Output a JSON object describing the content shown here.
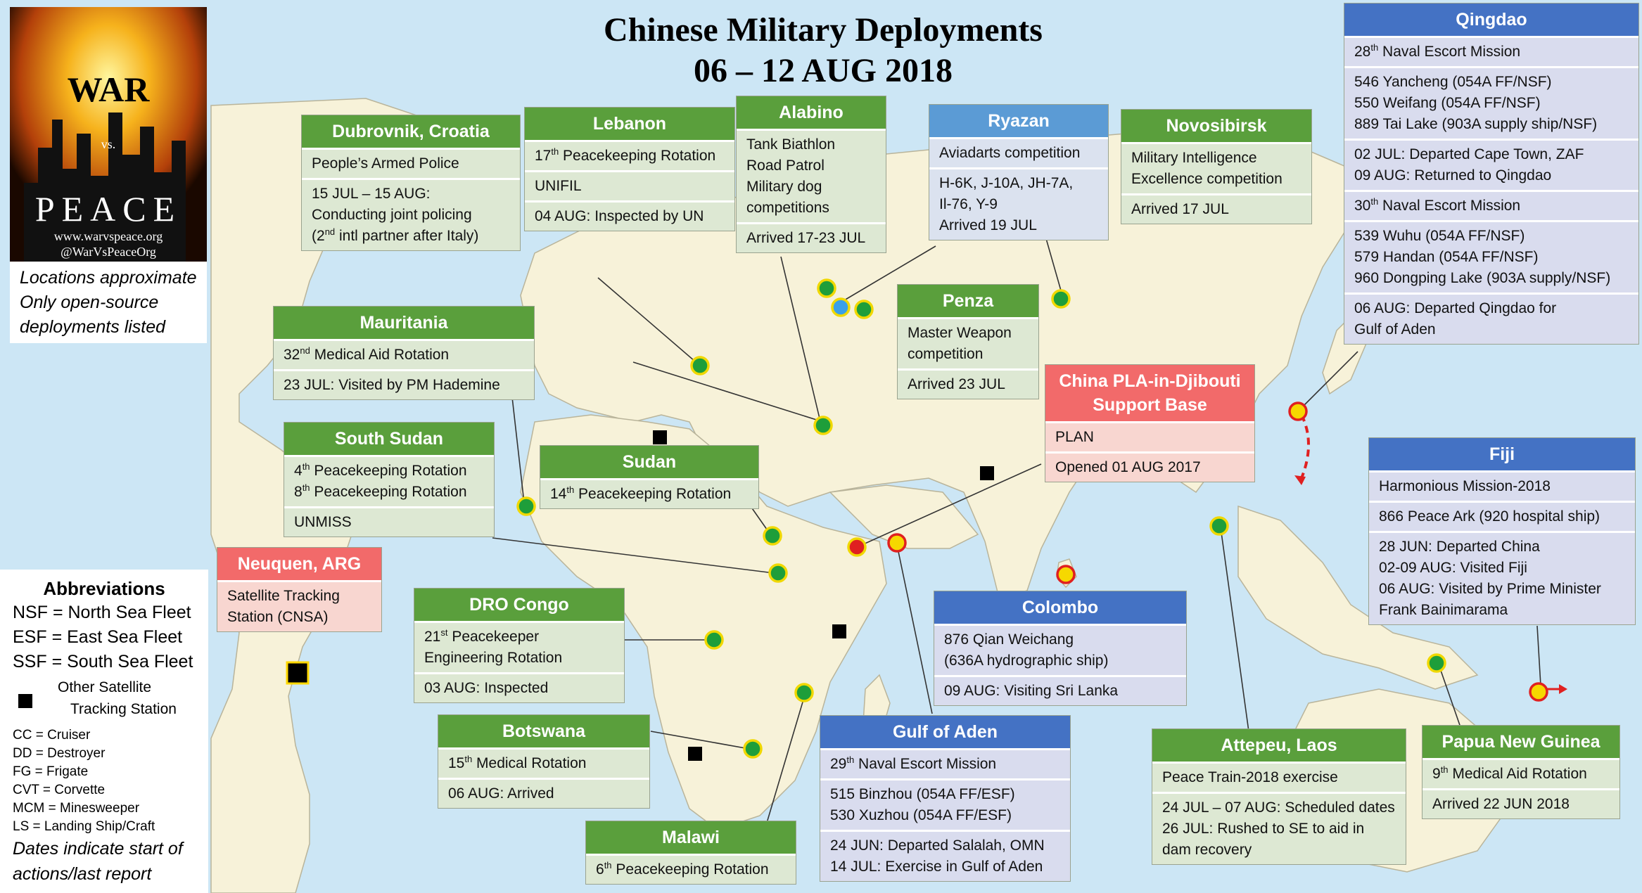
{
  "title": {
    "line1": "Chinese Military Deployments",
    "line2": "06 – 12 AUG 2018"
  },
  "logo": {
    "word1": "WAR",
    "word2": "vs.",
    "word3": "PEACE",
    "url": "www.warvspeace.org",
    "handle": "@WarVsPeaceOrg"
  },
  "notes": [
    "Locations approximate",
    "Only open-source",
    "deployments listed"
  ],
  "abbreviations": {
    "title": "Abbreviations",
    "fleets": [
      "NSF = North Sea Fleet",
      "ESF = East Sea Fleet",
      "SSF = South Sea Fleet"
    ],
    "satellite_line1": "Other Satellite",
    "satellite_line2": "Tracking Station",
    "ships": [
      "CC = Cruiser",
      "DD = Destroyer",
      "FG = Frigate",
      "CVT = Corvette",
      "MCM = Minesweeper",
      "LS = Landing Ship/Craft"
    ],
    "footer1": "Dates indicate start of",
    "footer2": "actions/last report"
  },
  "boxes": {
    "dubrovnik": {
      "title": "Dubrovnik, Croatia",
      "r1": "People’s Armed Police",
      "r2a": "15 JUL – 15 AUG:",
      "r2b": "Conducting joint policing",
      "r2c_pre": "(2",
      "r2c_sup": "nd",
      "r2c_post": " intl partner after Italy)"
    },
    "lebanon": {
      "title": "Lebanon",
      "r1_pre": "17",
      "r1_sup": "th",
      "r1_post": " Peacekeeping Rotation",
      "r2": "UNIFIL",
      "r3": "04 AUG: Inspected by UN"
    },
    "alabino": {
      "title": "Alabino",
      "r1a": "Tank Biathlon",
      "r1b": "Road Patrol",
      "r1c": "Military dog",
      "r1d": "competitions",
      "r2": "Arrived 17-23 JUL"
    },
    "ryazan": {
      "title": "Ryazan",
      "r1": "Aviadarts competition",
      "r2a": "H-6K, J-10A, JH-7A,",
      "r2b": "Il-76, Y-9",
      "r2c": "Arrived 19 JUL"
    },
    "novosibirsk": {
      "title": "Novosibirsk",
      "r1a": "Military Intelligence",
      "r1b": "Excellence competition",
      "r2": "Arrived 17 JUL"
    },
    "qingdao": {
      "title": "Qingdao",
      "r1_pre": "28",
      "r1_sup": "th",
      "r1_post": " Naval Escort Mission",
      "r2a": "546 Yancheng (054A FF/NSF)",
      "r2b": "550 Weifang (054A FF/NSF)",
      "r2c": "889 Tai Lake (903A supply ship/NSF)",
      "r3a": "02 JUL: Departed Cape Town, ZAF",
      "r3b": "09 AUG: Returned to Qingdao",
      "r4_pre": "30",
      "r4_sup": "th",
      "r4_post": " Naval Escort Mission",
      "r5a": "539 Wuhu (054A FF/NSF)",
      "r5b": "579 Handan (054A FF/NSF)",
      "r5c": "960 Dongping Lake (903A supply/NSF)",
      "r6a": "06 AUG: Departed Qingdao for",
      "r6b": "Gulf of Aden"
    },
    "mauritania": {
      "title": "Mauritania",
      "r1_pre": "32",
      "r1_sup": "nd",
      "r1_post": " Medical Aid Rotation",
      "r2": "23 JUL: Visited by PM Hademine"
    },
    "penza": {
      "title": "Penza",
      "r1a": "Master Weapon",
      "r1b": "competition",
      "r2": "Arrived 23 JUL"
    },
    "djibouti": {
      "title1": "China PLA-in-Djibouti",
      "title2": "Support Base",
      "r1": "PLAN",
      "r2": "Opened 01 AUG 2017"
    },
    "south_sudan": {
      "title": "South Sudan",
      "r1_pre": "4",
      "r1_sup": "th",
      "r1_post": " Peacekeeping Rotation",
      "r2_pre": "8",
      "r2_sup": "th",
      "r2_post": " Peacekeeping Rotation",
      "r3": "UNMISS"
    },
    "sudan": {
      "title": "Sudan",
      "r1_pre": "14",
      "r1_sup": "th",
      "r1_post": " Peacekeeping Rotation"
    },
    "neuquen": {
      "title": "Neuquen, ARG",
      "r1a": "Satellite Tracking",
      "r1b": "Station (CNSA)"
    },
    "dro_congo": {
      "title": "DRO Congo",
      "r1_pre": "21",
      "r1_sup": "st",
      "r1_post": " Peacekeeper",
      "r1b": "Engineering Rotation",
      "r2": "03 AUG: Inspected"
    },
    "colombo": {
      "title": "Colombo",
      "r1a": "876 Qian Weichang",
      "r1b": "(636A hydrographic ship)",
      "r2": "09 AUG: Visiting Sri Lanka"
    },
    "fiji": {
      "title": "Fiji",
      "r1": "Harmonious Mission-2018",
      "r2": "866 Peace Ark (920 hospital ship)",
      "r3a": "28 JUN: Departed China",
      "r3b": "02-09 AUG: Visited Fiji",
      "r3c": "06 AUG: Visited by Prime Minister",
      "r3d": "Frank Bainimarama"
    },
    "botswana": {
      "title": "Botswana",
      "r1_pre": "15",
      "r1_sup": "th",
      "r1_post": " Medical Rotation",
      "r2": "06 AUG: Arrived"
    },
    "gulf_of_aden": {
      "title": "Gulf of Aden",
      "r1_pre": "29",
      "r1_sup": "th",
      "r1_post": " Naval Escort Mission",
      "r2a": "515 Binzhou (054A FF/ESF)",
      "r2b": "530 Xuzhou (054A FF/ESF)",
      "r3a": "24 JUN: Departed Salalah, OMN",
      "r3b": "14 JUL: Exercise in Gulf of Aden"
    },
    "attepeu": {
      "title": "Attepeu, Laos",
      "r1": "Peace Train-2018 exercise",
      "r2a": "24 JUL – 07 AUG: Scheduled dates",
      "r2b": "26 JUL: Rushed to SE to aid in",
      "r2c": "dam recovery"
    },
    "png": {
      "title": "Papua New Guinea",
      "r1_pre": "9",
      "r1_sup": "th",
      "r1_post": " Medical Aid Rotation",
      "r2": "Arrived 22 JUN 2018"
    },
    "malawi": {
      "title": "Malawi",
      "r1_pre": "6",
      "r1_sup": "th",
      "r1_post": " Peacekeeping Rotation"
    }
  },
  "colors": {
    "green_header": "#5a9f3c",
    "blue_header": "#4472c4",
    "red_header": "#f26a6a",
    "ocean": "#cce6f5",
    "land": "#f7f2d9"
  }
}
